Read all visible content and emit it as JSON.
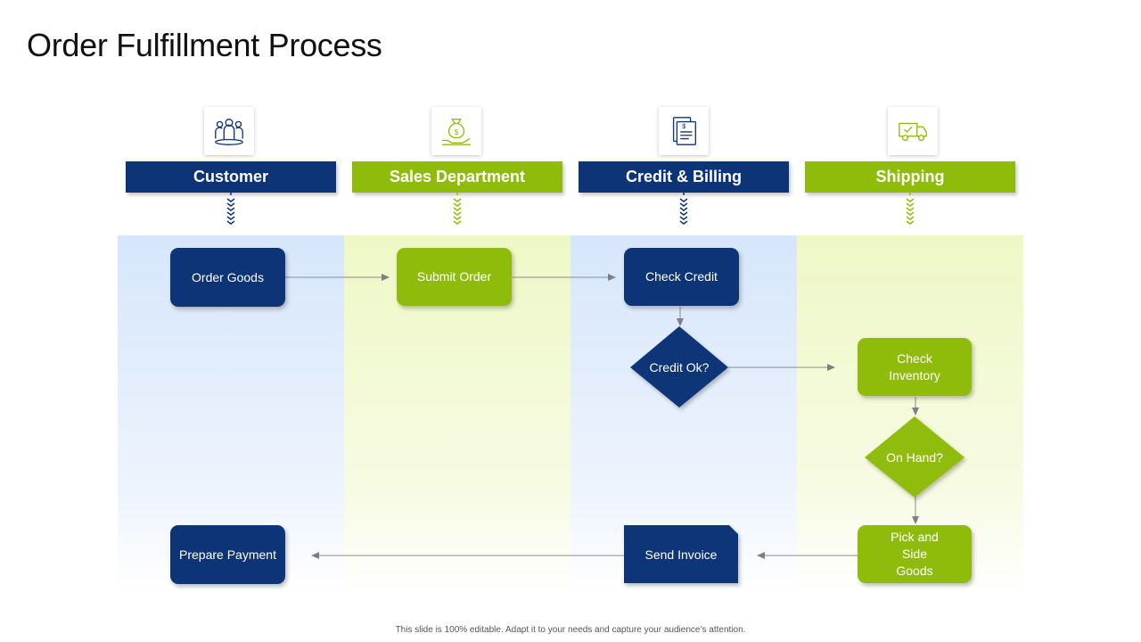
{
  "title": "Order Fulfillment Process",
  "lanes": [
    {
      "header": "Customer",
      "icon": "people-icon",
      "color": "#0d3477"
    },
    {
      "header": "Sales Department",
      "icon": "money-bag-hand-icon",
      "color": "#8fbc0b"
    },
    {
      "header": "Credit & Billing",
      "icon": "invoice-document-icon",
      "color": "#0d3477"
    },
    {
      "header": "Shipping",
      "icon": "delivery-truck-icon",
      "color": "#8fbc0b"
    }
  ],
  "nodes": {
    "order_goods": "Order Goods",
    "submit_order": "Submit Order",
    "check_credit": "Check Credit",
    "credit_ok": "Credit Ok?",
    "check_inventory": "Check Inventory",
    "on_hand": "On Hand?",
    "pick_and_side_goods": "Pick and Side Goods",
    "send_invoice": "Send Invoice",
    "prepare_payment": "Prepare Payment"
  },
  "footer": "This slide is 100% editable. Adapt it to your needs and capture your audience’s attention."
}
